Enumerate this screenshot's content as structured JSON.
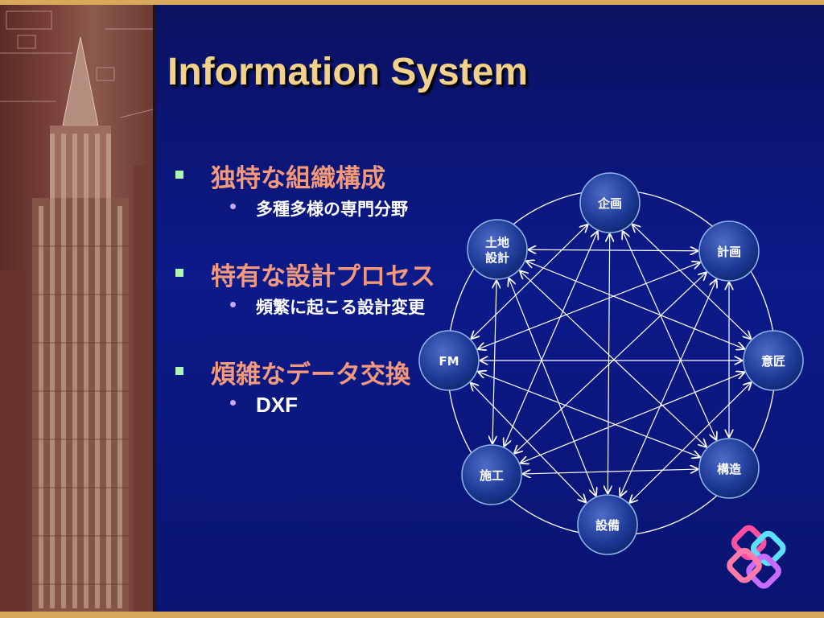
{
  "slide": {
    "title": "Information System",
    "bullets": [
      {
        "text": "独特な組織構成",
        "sub": "多種多様の専門分野"
      },
      {
        "text": "特有な設計プロセス",
        "sub": "頻繁に起こる設計変更"
      },
      {
        "text": "煩雑なデータ交換",
        "sub": "DXF"
      }
    ]
  },
  "diagram": {
    "nodes": [
      {
        "id": "kikaku",
        "label": "企画"
      },
      {
        "id": "keikaku",
        "label": "計画"
      },
      {
        "id": "isho",
        "label": "意匠"
      },
      {
        "id": "kozo",
        "label": "構造"
      },
      {
        "id": "setsubi",
        "label": "設備"
      },
      {
        "id": "seko",
        "label": "施工"
      },
      {
        "id": "fm",
        "label": "FM"
      },
      {
        "id": "tochi",
        "label": "土地\n設計"
      }
    ]
  },
  "colors": {
    "title": "#f2d28a",
    "bullet_text": "#f49a7c",
    "sub_text": "#ffffff",
    "bullet_marker": "#aef5b2",
    "sub_marker": "#c8a8f0",
    "frame": "#d8a95a"
  }
}
